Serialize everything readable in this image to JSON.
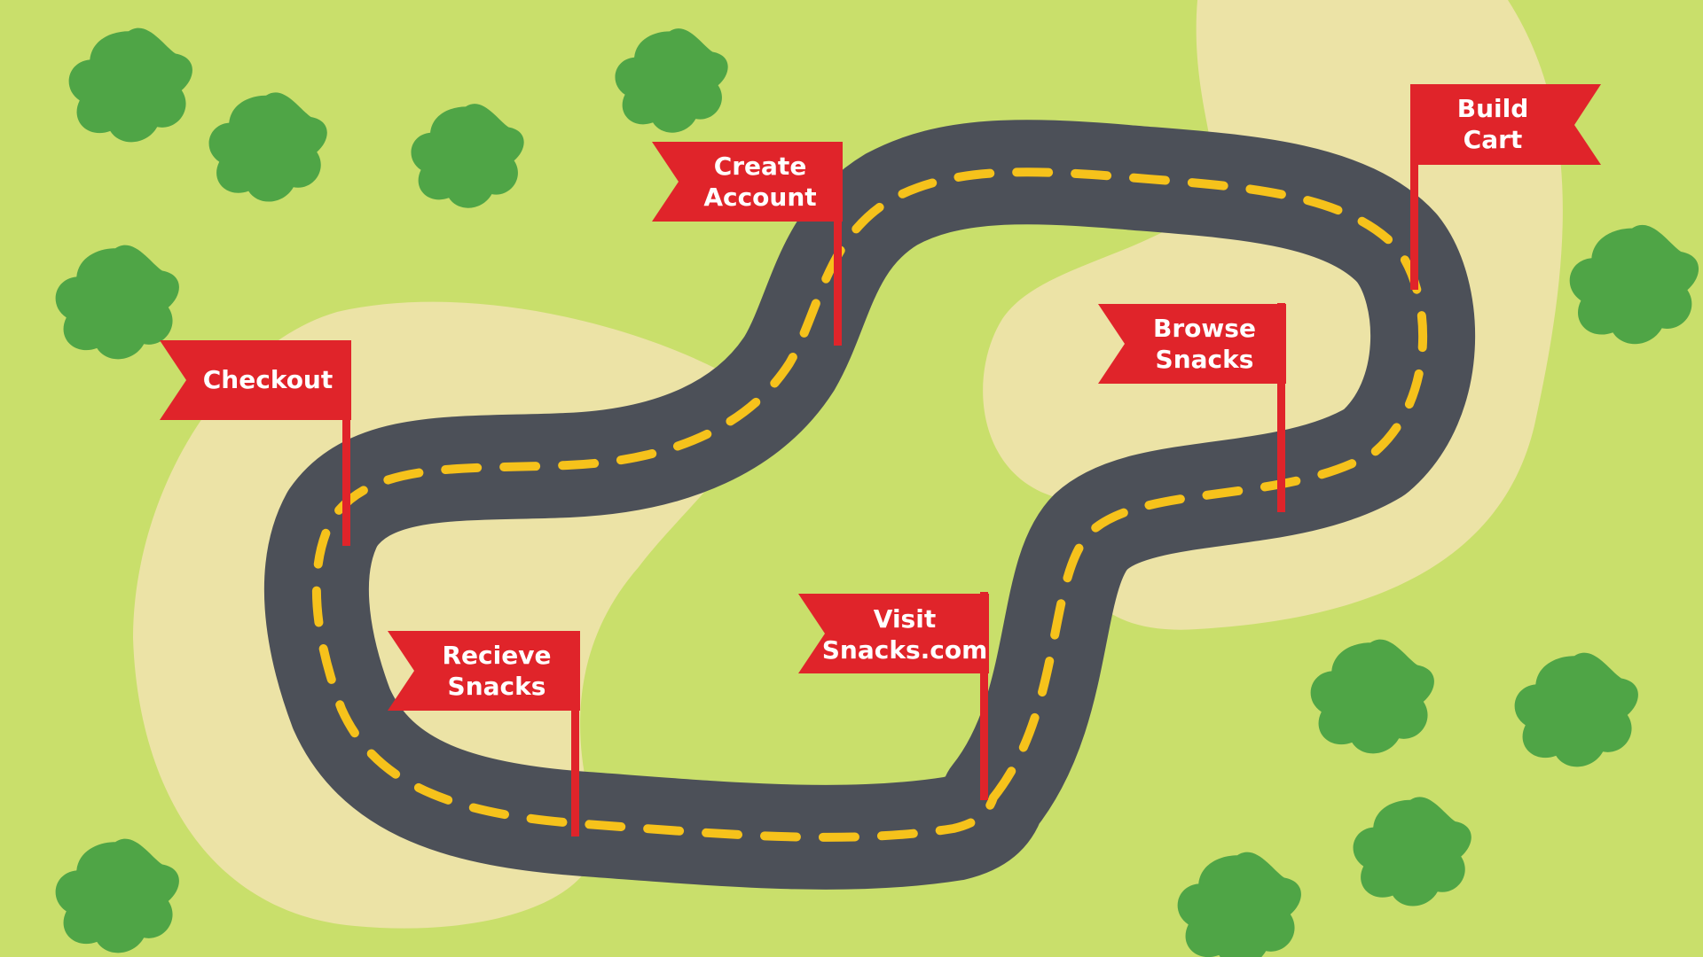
{
  "colors": {
    "grass": "#c9df6b",
    "sand": "#ece3a6",
    "road": "#4c5058",
    "road_dash": "#f6c21b",
    "flag": "#e0242a",
    "flag_text": "#ffffff",
    "tree": "#4fa546"
  },
  "steps": [
    {
      "id": "visit",
      "lines": [
        "Visit",
        "Snacks.com"
      ]
    },
    {
      "id": "browse",
      "lines": [
        "Browse",
        "Snacks"
      ]
    },
    {
      "id": "build",
      "lines": [
        "Build",
        "Cart"
      ]
    },
    {
      "id": "create",
      "lines": [
        "Create",
        "Account"
      ]
    },
    {
      "id": "checkout",
      "lines": [
        "Checkout"
      ]
    },
    {
      "id": "receive",
      "lines": [
        "Recieve",
        "Snacks"
      ]
    }
  ]
}
